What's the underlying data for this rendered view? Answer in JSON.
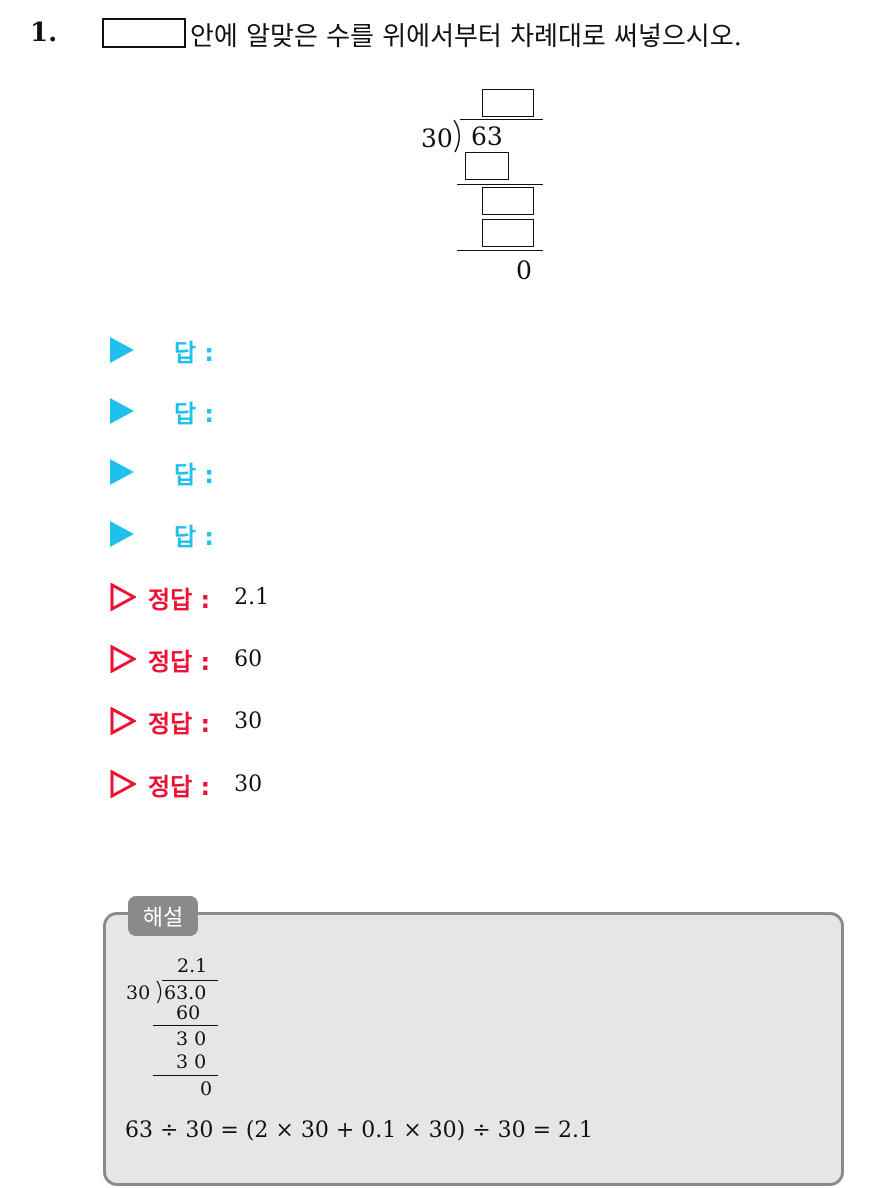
{
  "question": {
    "number": "1.",
    "instruction": "안에 알맞은 수를 위에서부터 차례대로 써넣으시오."
  },
  "division": {
    "divisor": "30",
    "dividend": "63",
    "remainder": "0"
  },
  "answer_label": "답 :",
  "answers": [
    "",
    "",
    "",
    ""
  ],
  "correct_label": "정답 :",
  "correct_answers": [
    "2.1",
    "60",
    "30",
    "30"
  ],
  "explanation": {
    "tab_label": "해설",
    "quotient": "2.1",
    "divisor": "30",
    "dividend": "63.0",
    "step1": "60",
    "step2": "3 0",
    "step3": "3 0",
    "remainder": "0",
    "formula": "63 ÷ 30 = (2 × 30 + 0.1 × 30) ÷ 30 = 2.1"
  },
  "colors": {
    "answer_marker": "#1ec0ee",
    "correct_marker": "#ee1133",
    "explanation_bg": "#e6e6e6",
    "explanation_border": "#8a8a8a"
  }
}
